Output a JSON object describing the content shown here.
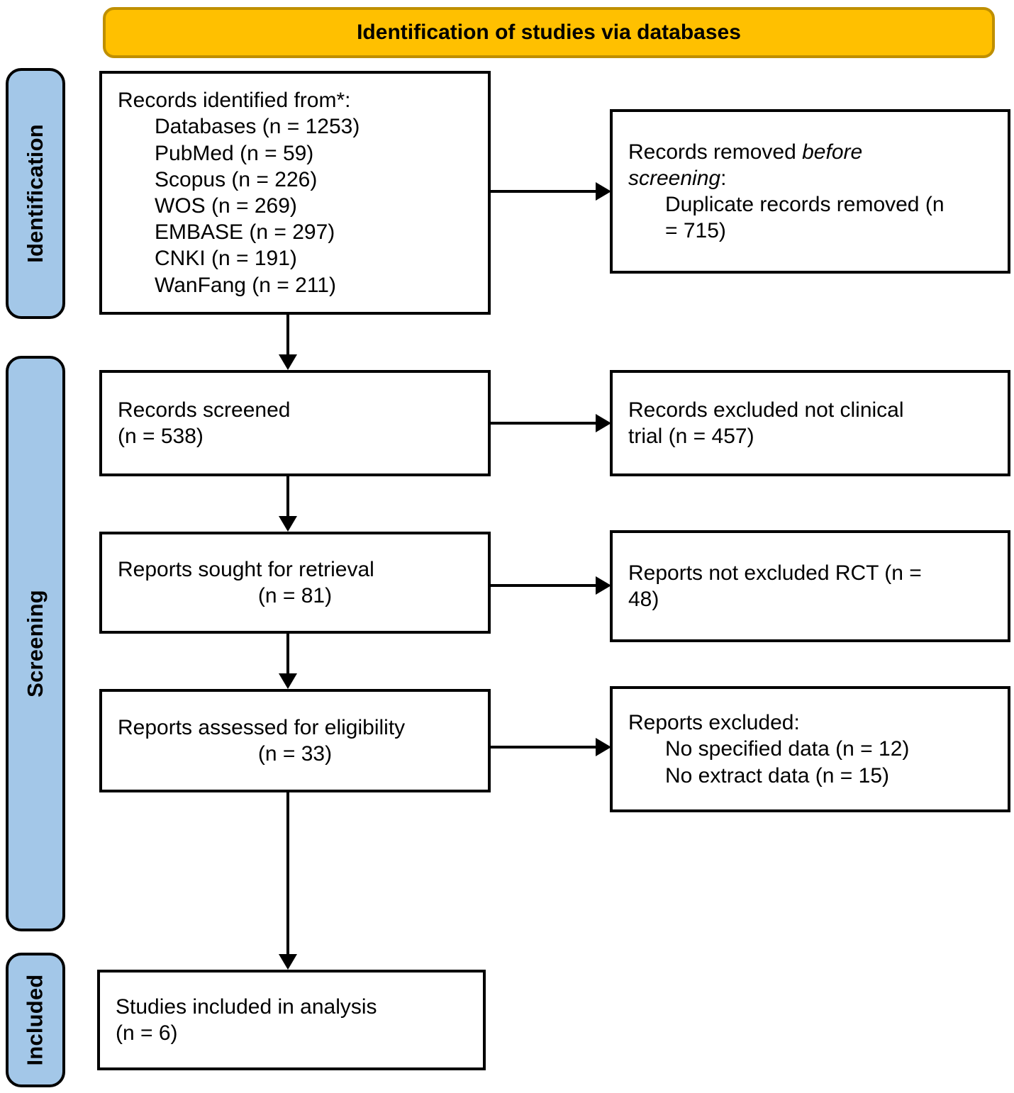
{
  "banner": {
    "title": "Identification of studies via databases",
    "fill": "#FFC000",
    "border": "#BF8F00"
  },
  "phases": {
    "fill": "#A3C7E8",
    "identification": "Identification",
    "screening": "Screening",
    "included": "Included"
  },
  "boxes": {
    "identified": {
      "heading": "Records identified from*:",
      "items": [
        "Databases (n = 1253)",
        "PubMed (n = 59)",
        "Scopus (n = 226)",
        "WOS (n = 269)",
        "EMBASE (n = 297)",
        "CNKI (n = 191)",
        "WanFang (n = 211)"
      ]
    },
    "removed": {
      "line1_pre": "Records removed ",
      "line1_ital": "before",
      "line2_ital": "screening",
      "line2_post": ":",
      "item1": "Duplicate records removed (n",
      "item2": "= 715)"
    },
    "screened": {
      "line1": "Records screened",
      "line2": "(n = 538)"
    },
    "excluded_clinical": {
      "line1": "Records excluded not clinical",
      "line2": "trial (n = 457)"
    },
    "sought": {
      "line1": "Reports sought for retrieval",
      "line2": "(n = 81)"
    },
    "excluded_rct": {
      "line1": "Reports not excluded RCT (n =",
      "line2": "48)"
    },
    "assessed": {
      "line1": "Reports assessed for eligibility",
      "line2": "(n = 33)"
    },
    "reports_excluded": {
      "heading": "Reports excluded:",
      "items": [
        "No specified data (n = 12)",
        "No extract data (n = 15)"
      ]
    },
    "included": {
      "line1": "Studies included in analysis",
      "line2": "(n = 6)"
    }
  }
}
